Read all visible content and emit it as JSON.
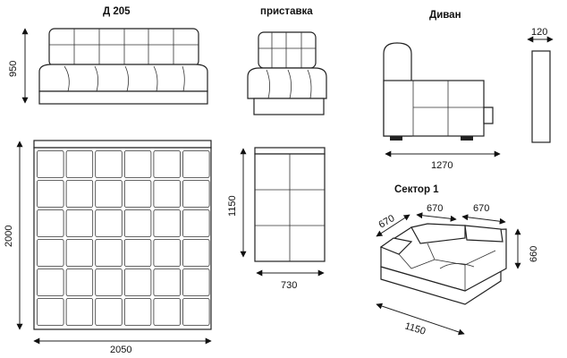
{
  "titles": {
    "sofa_model": "Д 205",
    "ottoman": "приставка",
    "sofa_side": "Диван",
    "sector": "Сектор 1"
  },
  "dimensions": {
    "sofa_height": "950",
    "bed_length": "2000",
    "bed_width": "2050",
    "ottoman_length": "1150",
    "ottoman_width": "730",
    "side_length": "1270",
    "side_depth": "120",
    "sector_a": "670",
    "sector_b": "670",
    "sector_c": "670",
    "sector_height": "660",
    "sector_base": "1150"
  }
}
